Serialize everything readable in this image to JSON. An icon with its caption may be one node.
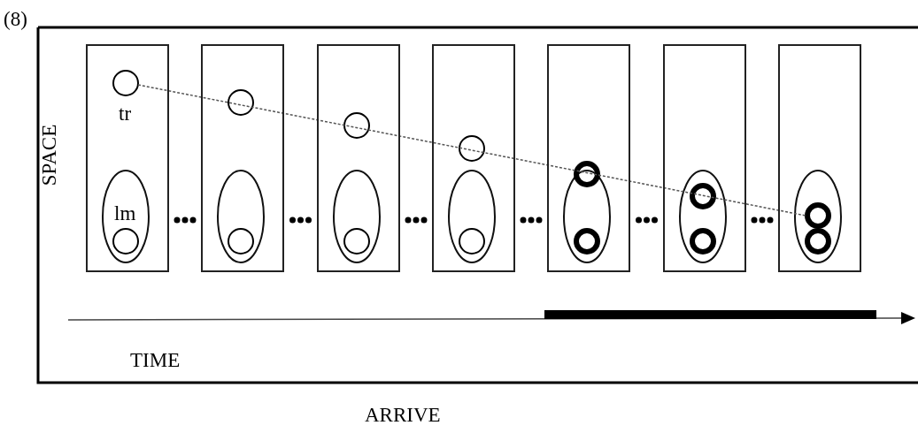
{
  "diagram": {
    "caption": "ARRIVE",
    "labels": [
      "(8)",
      "SPACE",
      "tr",
      "lm",
      "TIME"
    ]
  }
}
